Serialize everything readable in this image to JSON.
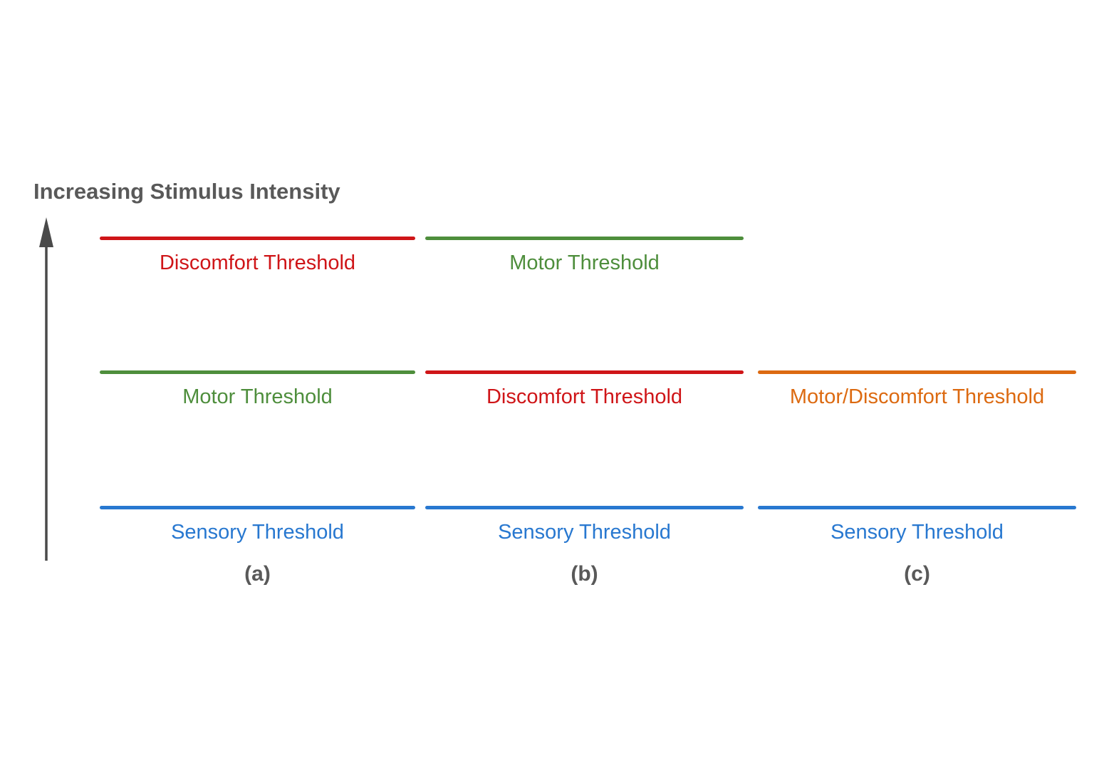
{
  "colors": {
    "red": "#CF1518",
    "green": "#4E8E3C",
    "blue": "#2878D0",
    "orange": "#DC6A11",
    "gray": "#595959",
    "arrow_gray": "#4A4A4A"
  },
  "header": {
    "title": "Increasing Stimulus Intensity",
    "color": "gray"
  },
  "axis_arrow": {
    "icon": "up-arrow-icon",
    "color": "arrow_gray"
  },
  "panels": [
    {
      "caption": "(a)",
      "caption_color": "gray",
      "thresholds": [
        {
          "label": "Discomfort Threshold",
          "color": "red",
          "level": "high"
        },
        {
          "label": "Motor Threshold",
          "color": "green",
          "level": "mid"
        },
        {
          "label": "Sensory Threshold",
          "color": "blue",
          "level": "low"
        }
      ]
    },
    {
      "caption": "(b)",
      "caption_color": "gray",
      "thresholds": [
        {
          "label": "Motor Threshold",
          "color": "green",
          "level": "high"
        },
        {
          "label": "Discomfort Threshold",
          "color": "red",
          "level": "mid"
        },
        {
          "label": "Sensory Threshold",
          "color": "blue",
          "level": "low"
        }
      ]
    },
    {
      "caption": "(c)",
      "caption_color": "gray",
      "thresholds": [
        {
          "label": "Motor/Discomfort Threshold",
          "color": "orange",
          "level": "mid"
        },
        {
          "label": "Sensory Threshold",
          "color": "blue",
          "level": "low"
        }
      ]
    }
  ]
}
